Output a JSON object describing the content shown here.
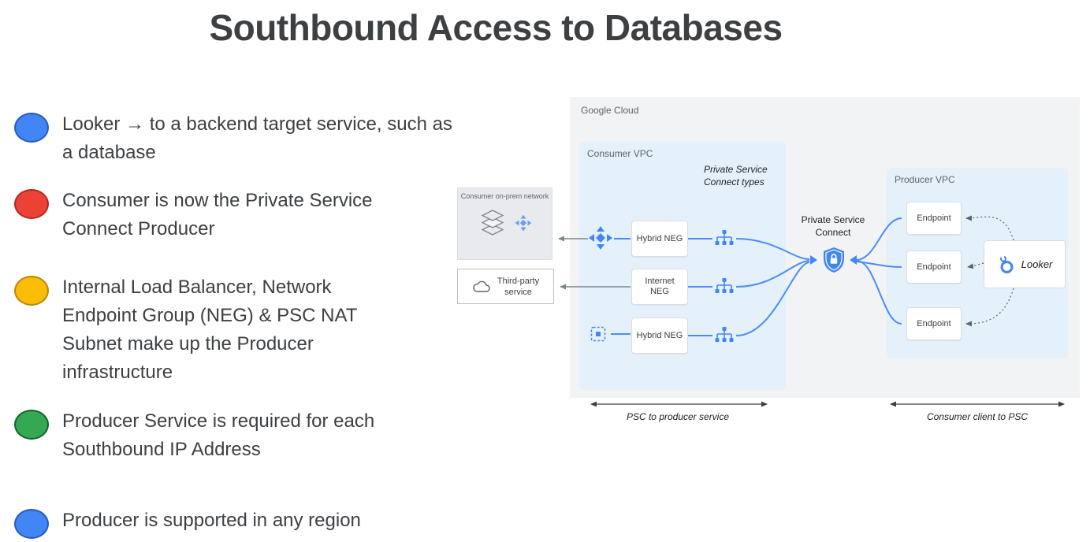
{
  "title": "Southbound Access to Databases",
  "bullets": [
    {
      "color": "#4285F4",
      "border": "#2A56C6",
      "text": "Looker → to a backend target service, such as\na database"
    },
    {
      "color": "#EA4335",
      "border": "#B3261E",
      "text": "Consumer is now the Private Service\nConnect Producer"
    },
    {
      "color": "#FBBC04",
      "border": "#B8860B",
      "text": "Internal Load Balancer, Network\nEndpoint Group (NEG) & PSC NAT\nSubnet make up the Producer\ninfrastructure"
    },
    {
      "color": "#34A853",
      "border": "#0D652D",
      "text": "Producer Service is required for each\nSouthbound IP Address"
    },
    {
      "color": "#4285F4",
      "border": "#2A56C6",
      "text": "Producer is supported in any region"
    }
  ],
  "diagram": {
    "platform_label": "Google Cloud",
    "onprem": {
      "label": "Consumer on-prem network"
    },
    "third_party": {
      "label": "Third-party\nservice"
    },
    "consumer_vpc": {
      "label": "Consumer VPC",
      "note": "Private Service\nConnect types",
      "nodes": [
        "Hybrid NEG",
        "Internet\nNEG",
        "Hybrid NEG"
      ]
    },
    "psc": {
      "label": "Private Service\nConnect"
    },
    "producer_vpc": {
      "label": "Producer VPC",
      "endpoints": [
        "Endpoint",
        "Endpoint",
        "Endpoint"
      ],
      "looker_label": "Looker"
    },
    "captions": {
      "left": "PSC to producer service",
      "right": "Consumer client to PSC"
    },
    "icons": [
      "network-arrows-icon",
      "compute-chip-icon",
      "load-balancer-icon",
      "psc-shield-lock-icon",
      "server-stack-icon",
      "cloud-icon",
      "looker-logo-icon"
    ],
    "accent_blue": "#4285F4"
  }
}
